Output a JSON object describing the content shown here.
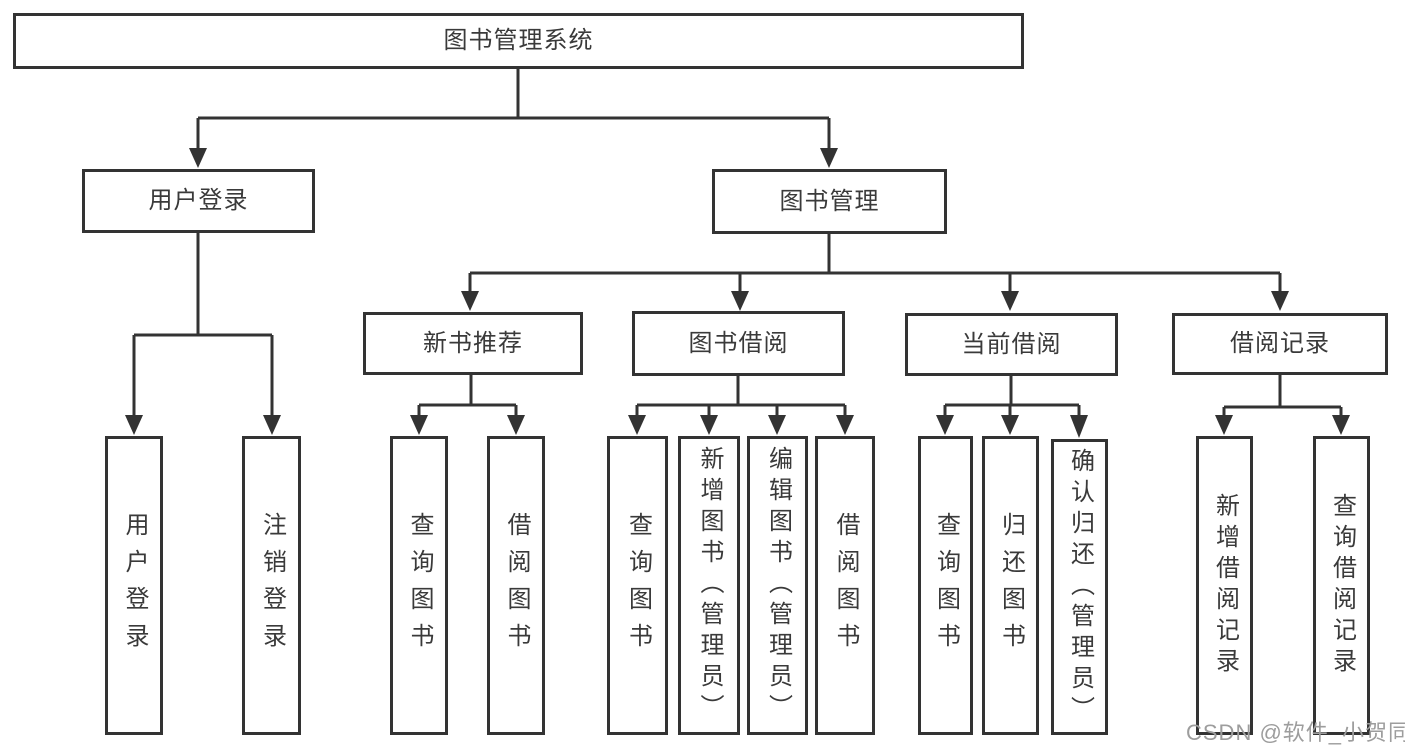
{
  "diagram": {
    "nodes": {
      "root": "图书管理系统",
      "user_login": "用户登录",
      "book_mgmt": "图书管理",
      "new_books": "新书推荐",
      "book_borrow": "图书借阅",
      "current_borrow": "当前借阅",
      "borrow_records": "借阅记录",
      "leaf_user_login": "用户登录",
      "leaf_logout": "注销登录",
      "leaf_nb_query": "查询图书",
      "leaf_nb_borrow": "借阅图书",
      "leaf_bb_query": "查询图书",
      "leaf_bb_add": "新增图书（管理员）",
      "leaf_bb_edit": "编辑图书（管理员）",
      "leaf_bb_borrow": "借阅图书",
      "leaf_cb_query": "查询图书",
      "leaf_cb_return": "归还图书",
      "leaf_cb_confirm": "确认归还（管理员）",
      "leaf_br_add": "新增借阅记录",
      "leaf_br_query": "查询借阅记录"
    },
    "watermark": "CSDN @软件_小贺同学",
    "colors": {
      "line": "#333333",
      "text": "#3a3a3a",
      "watermark": "#9d9d9d",
      "background": "#ffffff"
    }
  }
}
